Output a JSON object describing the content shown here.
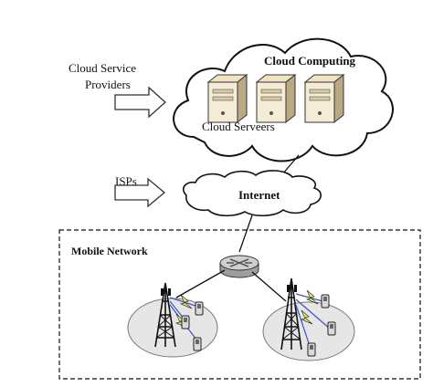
{
  "labels": {
    "cloud_service_providers_line1": "Cloud Service",
    "cloud_service_providers_line2": "Providers",
    "cloud_computing": "Cloud Computing",
    "cloud_servers": "Cloud Serveers",
    "isps": "ISPs",
    "internet": "Internet",
    "mobile_network": "Mobile Network"
  },
  "colors": {
    "outline": "#111111",
    "arrow_fill": "#ffffff",
    "server_light": "#f4ecd6",
    "server_dark": "#b9aa84",
    "router": "#cfcfcf",
    "cell_area": "#e6e6e6",
    "lightning": "#e7ef5a",
    "signal": "#3d56c8"
  },
  "icons": [
    "arrow-right-icon",
    "server-icon",
    "router-icon",
    "cell-tower-icon",
    "mobile-phone-icon",
    "lightning-icon"
  ]
}
